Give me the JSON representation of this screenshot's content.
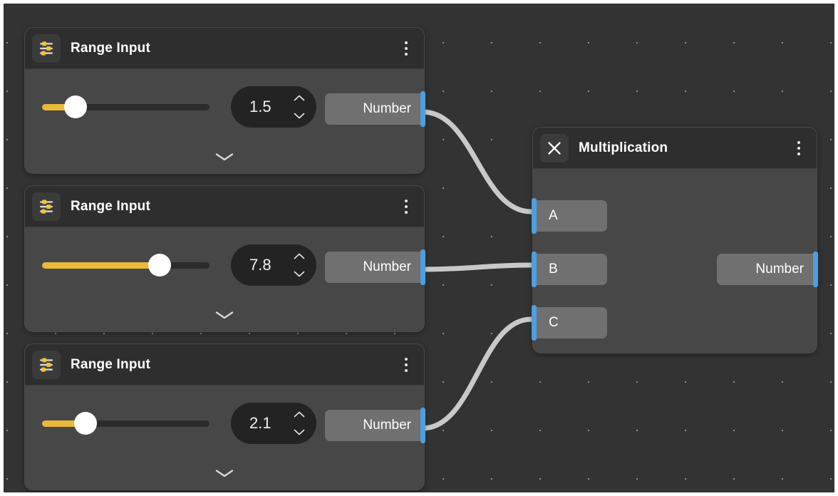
{
  "canvas": {
    "background_color": "#333333",
    "grid_dot_color": "#8a8a8a",
    "grid_spacing": 68,
    "edge_color": "#c9c9c9",
    "port_connector_color": "#4c9fe0",
    "slider_fill_color": "#eab93a"
  },
  "nodes": [
    {
      "id": "range-input-1",
      "title": "Range Input",
      "icon": "sliders-icon",
      "menu_icon": "kebab-menu-icon",
      "expand_icon": "chevron-down-icon",
      "slider": {
        "value_ratio": 0.2
      },
      "stepper": {
        "value": "1.5",
        "up_icon": "chevron-up-icon",
        "down_icon": "chevron-down-icon"
      },
      "output_port": {
        "label": "Number",
        "type_color": "#4c9fe0"
      }
    },
    {
      "id": "range-input-2",
      "title": "Range Input",
      "icon": "sliders-icon",
      "menu_icon": "kebab-menu-icon",
      "expand_icon": "chevron-down-icon",
      "slider": {
        "value_ratio": 0.7
      },
      "stepper": {
        "value": "7.8",
        "up_icon": "chevron-up-icon",
        "down_icon": "chevron-down-icon"
      },
      "output_port": {
        "label": "Number",
        "type_color": "#4c9fe0"
      }
    },
    {
      "id": "range-input-3",
      "title": "Range Input",
      "icon": "sliders-icon",
      "menu_icon": "kebab-menu-icon",
      "expand_icon": "chevron-down-icon",
      "slider": {
        "value_ratio": 0.26
      },
      "stepper": {
        "value": "2.1",
        "up_icon": "chevron-up-icon",
        "down_icon": "chevron-down-icon"
      },
      "output_port": {
        "label": "Number",
        "type_color": "#4c9fe0"
      }
    }
  ],
  "multiplication": {
    "id": "multiplication",
    "title": "Multiplication",
    "close_icon": "close-x-icon",
    "menu_icon": "kebab-menu-icon",
    "inputs": [
      {
        "label": "A",
        "type_color": "#4c9fe0"
      },
      {
        "label": "B",
        "type_color": "#4c9fe0"
      },
      {
        "label": "C",
        "type_color": "#4c9fe0"
      }
    ],
    "output_port": {
      "label": "Number",
      "type_color": "#4c9fe0"
    }
  },
  "connections": [
    {
      "from": "range-input-1.Number",
      "to": "multiplication.A"
    },
    {
      "from": "range-input-2.Number",
      "to": "multiplication.B"
    },
    {
      "from": "range-input-3.Number",
      "to": "multiplication.C"
    }
  ]
}
